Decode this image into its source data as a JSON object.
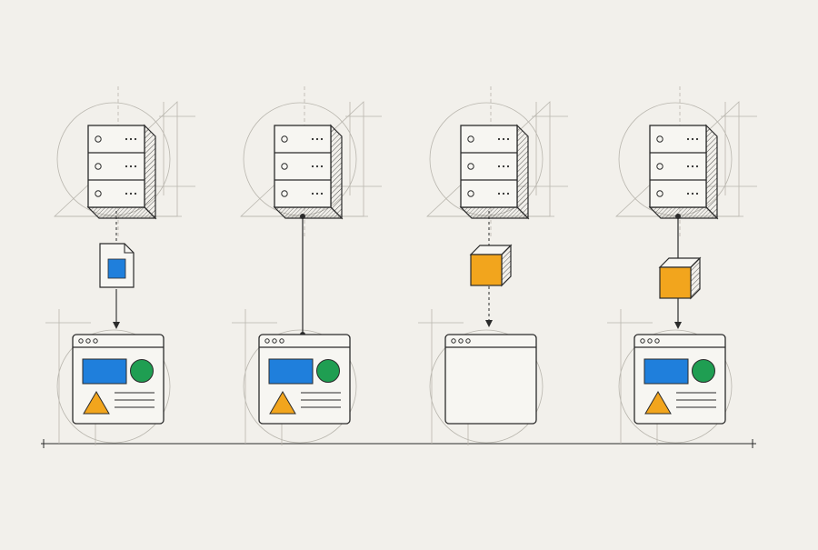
{
  "colors": {
    "background": "#f2f0eb",
    "ink": "#2b2b2b",
    "guide": "#b9b6ae",
    "blue": "#1f7fdc",
    "green": "#1f9e52",
    "orange": "#f2a51d",
    "panel": "#f7f6f2"
  },
  "icons": {
    "server": "server-rack-icon",
    "file": "document-icon",
    "cube": "cube-icon",
    "browser": "browser-window-icon"
  },
  "columns": [
    {
      "payload": "file",
      "connector": "dashed",
      "arrow": true,
      "browser_content": true
    },
    {
      "payload": "none",
      "connector": "solid",
      "arrow": false,
      "browser_content": true
    },
    {
      "payload": "cube",
      "connector": "dashed",
      "arrow": true,
      "browser_content": false
    },
    {
      "payload": "cube",
      "connector": "solid",
      "arrow": true,
      "browser_content": true
    }
  ]
}
